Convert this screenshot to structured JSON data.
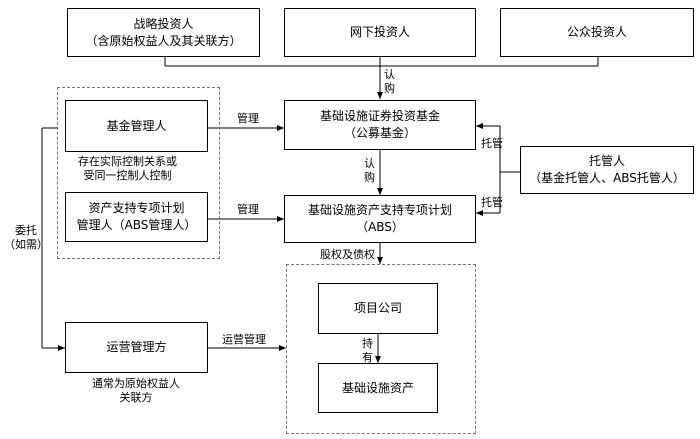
{
  "boxes": {
    "strategic_investor": [
      "战略投资人",
      "（含原始权益人及其关联方）"
    ],
    "offline_investor": "网下投资人",
    "public_investor": "公众投资人",
    "fund_manager": "基金管理人",
    "infra_fund": [
      "基础设施证券投资基金",
      "（公募基金）"
    ],
    "custodian": [
      "托管人",
      "（基金托管人、ABS托管人）"
    ],
    "abs_manager": [
      "资产支持专项计划",
      "管理人（ABS管理人）"
    ],
    "abs_plan": [
      "基础设施资产支持专项计划",
      "（ABS）"
    ],
    "project_company": "项目公司",
    "operator": "运营管理方",
    "infra_asset": "基础设施资产"
  },
  "labels": {
    "subscribe_top": [
      "认",
      "购"
    ],
    "subscribe_mid": [
      "认",
      "购"
    ],
    "manage_fund": "管理",
    "manage_abs": "管理",
    "custody_fund": "托管",
    "custody_abs": "托管",
    "control_note": [
      "存在实际控制关系或",
      "受同一控制人控制"
    ],
    "equity_debt": "股权及债权",
    "hold": [
      "持",
      "有"
    ],
    "entrust": [
      "委托",
      "（如需）"
    ],
    "operation_manage": "运营管理",
    "operator_note": [
      "通常为原始权益人",
      "关联方"
    ]
  },
  "colors": {
    "line": "#000000",
    "dashed_border": "#777777",
    "background": "#ffffff"
  }
}
